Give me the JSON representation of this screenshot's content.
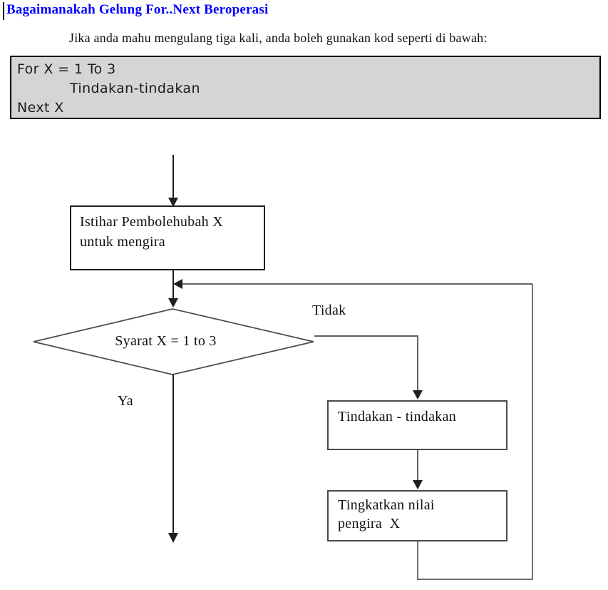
{
  "header": {
    "title": "Bagaimanakah Gelung For..Next Beroperasi",
    "intro": "Jika anda mahu mengulang tiga kali, anda boleh gunakan kod seperti di bawah:"
  },
  "code_box": {
    "lines": [
      "For X = 1 To 3",
      "Tindakan-tindakan",
      "Next X"
    ]
  },
  "flowchart": {
    "declare_box": {
      "line1": "Istihar Pembolehubah X",
      "line2": "untuk mengira"
    },
    "condition_label": "Syarat X = 1 to 3",
    "no_label": "Tidak",
    "yes_label": "Ya",
    "action_label": "Tindakan - tindakan",
    "increment_box": {
      "line1": "Tingkatkan nilai",
      "line2": "pengira  X"
    }
  },
  "colors": {
    "title_blue": "#0000FF",
    "code_box_bg": "#D5D5D5",
    "flow_line_dark": "#1f1f1f",
    "flow_line_gray": "#4d4d4d"
  }
}
